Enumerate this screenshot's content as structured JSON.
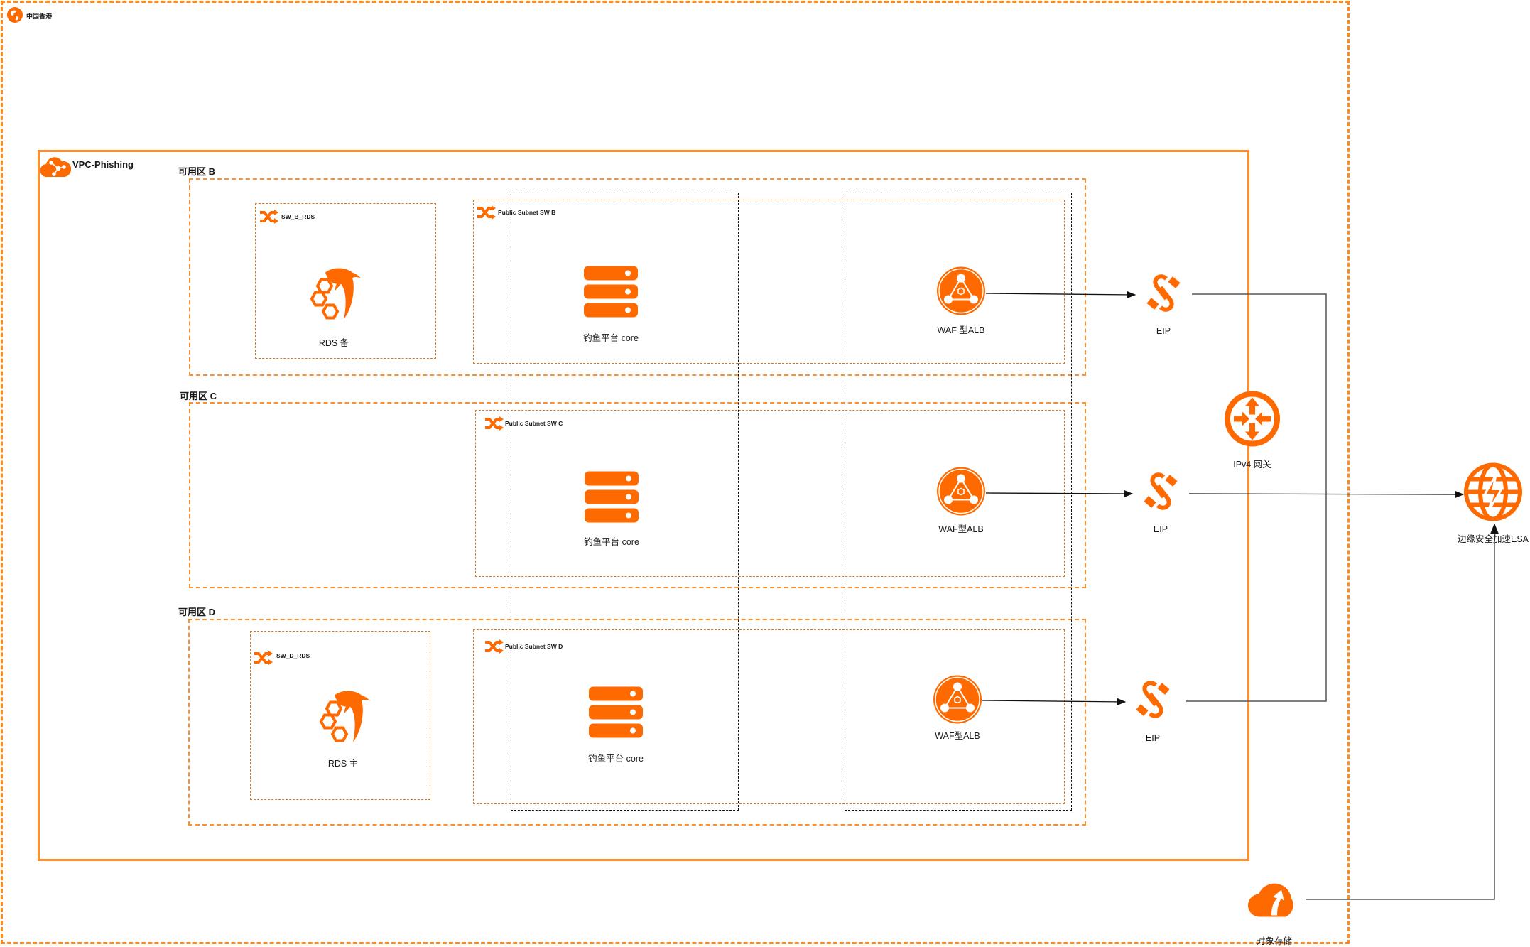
{
  "region": {
    "label": "中国香港",
    "icon": "globe-icon"
  },
  "vpc": {
    "label": "VPC-Phishing",
    "icon": "vpc-cloud-icon"
  },
  "zones": [
    {
      "label": "可用区 B"
    },
    {
      "label": "可用区 C"
    },
    {
      "label": "可用区 D"
    }
  ],
  "subnets": {
    "sw_b_rds": "SW_B_RDS",
    "public_b": "Public Subnet SW B",
    "public_c": "Public Subnet SW C",
    "sw_d_rds": "SW_D_RDS",
    "public_d": "Public Subnet SW D"
  },
  "nodes": {
    "rds_b": "RDS 备",
    "core_b": "钓鱼平台 core",
    "waf_b": "WAF 型ALB",
    "eip_b": "EIP",
    "core_c": "钓鱼平台 core",
    "waf_c": "WAF型ALB",
    "eip_c": "EIP",
    "rds_d": "RDS 主",
    "core_d": "钓鱼平台 core",
    "waf_d": "WAF型ALB",
    "eip_d": "EIP",
    "ipv4_gw": "IPv4 网关",
    "esa": "边缘安全加速ESA",
    "oss": "对象存储"
  },
  "colors": {
    "accent": "#ff6a00",
    "border": "#ff8f2a",
    "line": "#555555"
  }
}
